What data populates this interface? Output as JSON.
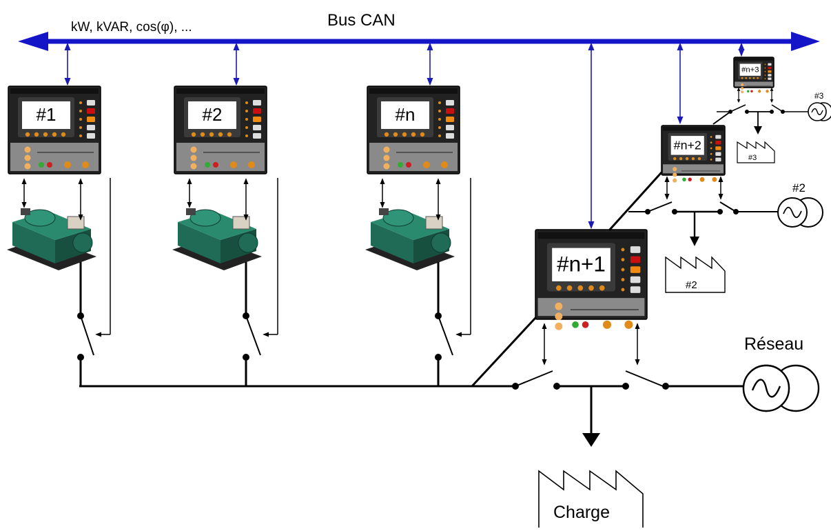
{
  "bus": {
    "label": "Bus CAN",
    "measures": "kW, kVAR, cos(φ), ..."
  },
  "controllers": [
    {
      "id": "ctrl-1",
      "label": "#1"
    },
    {
      "id": "ctrl-2",
      "label": "#2"
    },
    {
      "id": "ctrl-n",
      "label": "#n"
    },
    {
      "id": "ctrl-n1",
      "label": "#n+1"
    },
    {
      "id": "ctrl-n2",
      "label": "#n+2"
    },
    {
      "id": "ctrl-n3",
      "label": "#n+3"
    }
  ],
  "loads": {
    "main": "Charge",
    "l2": "#2",
    "l3": "#3"
  },
  "sources": {
    "mains": "Réseau",
    "s2": "#2",
    "s3": "#3"
  },
  "colors": {
    "bus": "#1515c8",
    "panel": "#1e1e1e",
    "engine": "#1f6b55"
  }
}
